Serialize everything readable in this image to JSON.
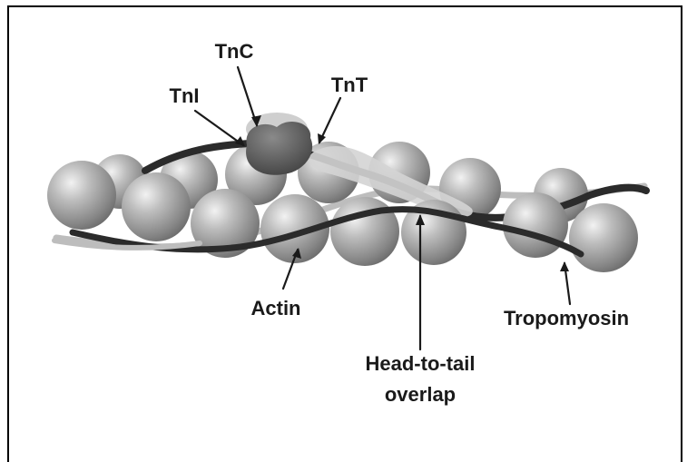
{
  "labels": {
    "tnc": "TnC",
    "tni": "TnI",
    "tnt": "TnT",
    "actin": "Actin",
    "tropomyosin": "Tropomyosin",
    "overlap_line1": "Head-to-tail",
    "overlap_line2": "overlap"
  },
  "colors": {
    "actin": "#9a9a9a",
    "troponin": "#5a5a5a",
    "tropomyosin_dark": "#2b2b2b",
    "tropomyosin_light": "#bdbdbd",
    "tnt": "#d4d4d4"
  }
}
